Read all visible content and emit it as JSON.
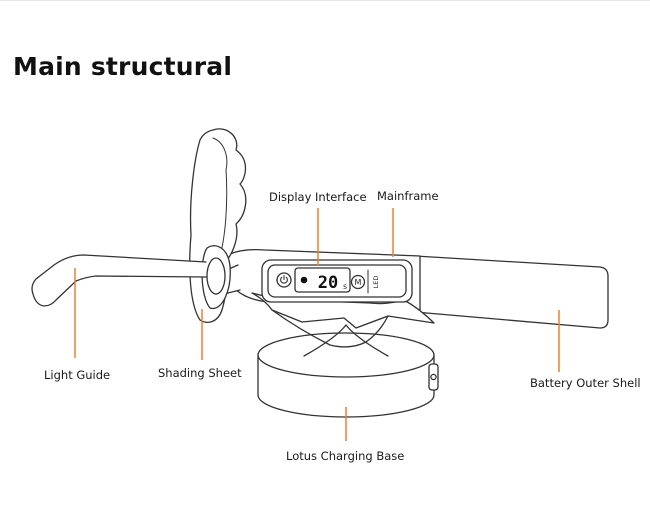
{
  "title": "Main structural",
  "accent_color": "#ee7f2d",
  "labels": {
    "display_interface": "Display Interface",
    "mainframe": "Mainframe",
    "light_guide": "Light Guide",
    "shading_sheet": "Shading Sheet",
    "battery_outer_shell": "Battery Outer Shell",
    "lotus_charging_base": "Lotus Charging Base"
  },
  "display": {
    "timer_value": "20",
    "unit": "S",
    "mode_key": "M",
    "led_label": "LED"
  }
}
